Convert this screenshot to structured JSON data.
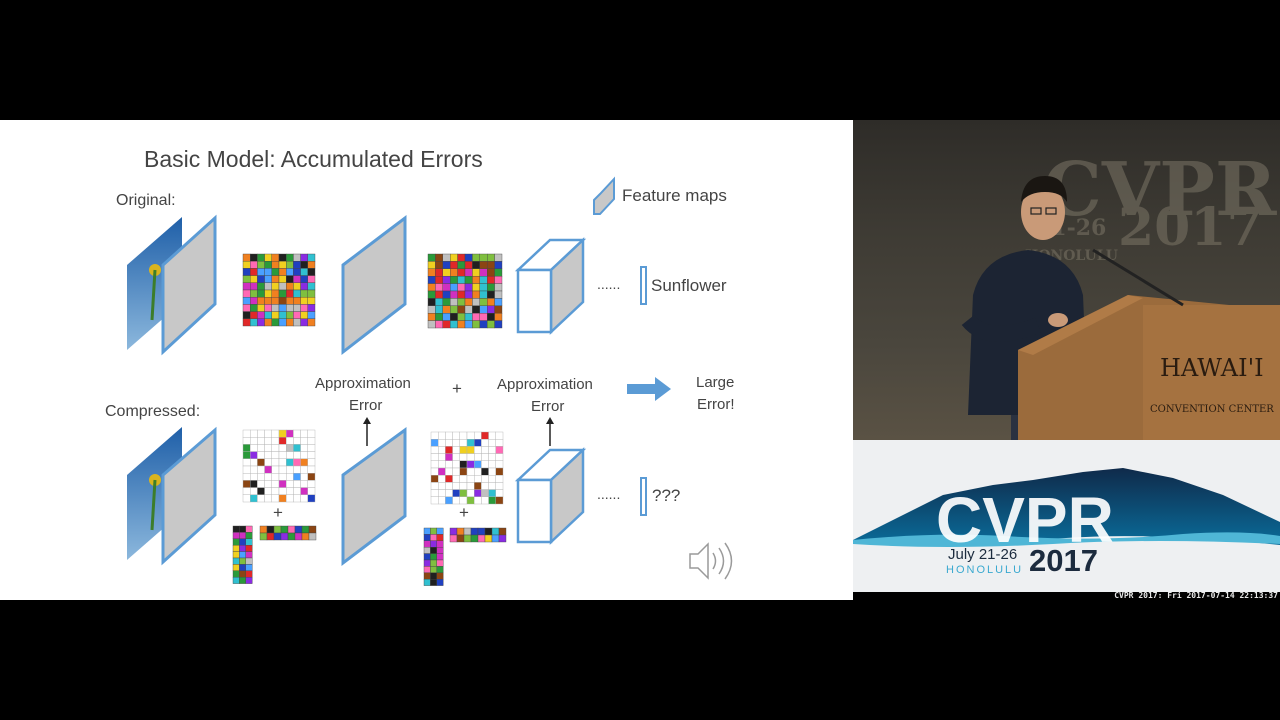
{
  "slide": {
    "title": "Basic Model: Accumulated Errors",
    "original_label": "Original:",
    "compressed_label": "Compressed:",
    "legend_label": "Feature maps",
    "ellipsis_top": "......",
    "ellipsis_bottom": "......",
    "output_top": "Sunflower",
    "output_bottom": "???",
    "approx_error_1": [
      "Approximation",
      "Error"
    ],
    "approx_error_2": [
      "Approximation",
      "Error"
    ],
    "plus_between": "+",
    "plus_below_1": "+",
    "plus_below_2": "+",
    "result": [
      "Large",
      "Error!"
    ],
    "accent_color": "#5b9bd5"
  },
  "banner": {
    "brand": "CVPR",
    "dates": "July 21-26",
    "city": "HONOLULU",
    "year": "2017"
  },
  "backdrop": {
    "logo": "CVPR",
    "dates": "21-26",
    "year": "2017",
    "city": "HONOLULU"
  },
  "podium": {
    "line1": "HAWAI'I",
    "line2": "CONVENTION CENTER"
  },
  "timestamp": "CVPR 2017: Fri 2017-07-14 22:13:37"
}
